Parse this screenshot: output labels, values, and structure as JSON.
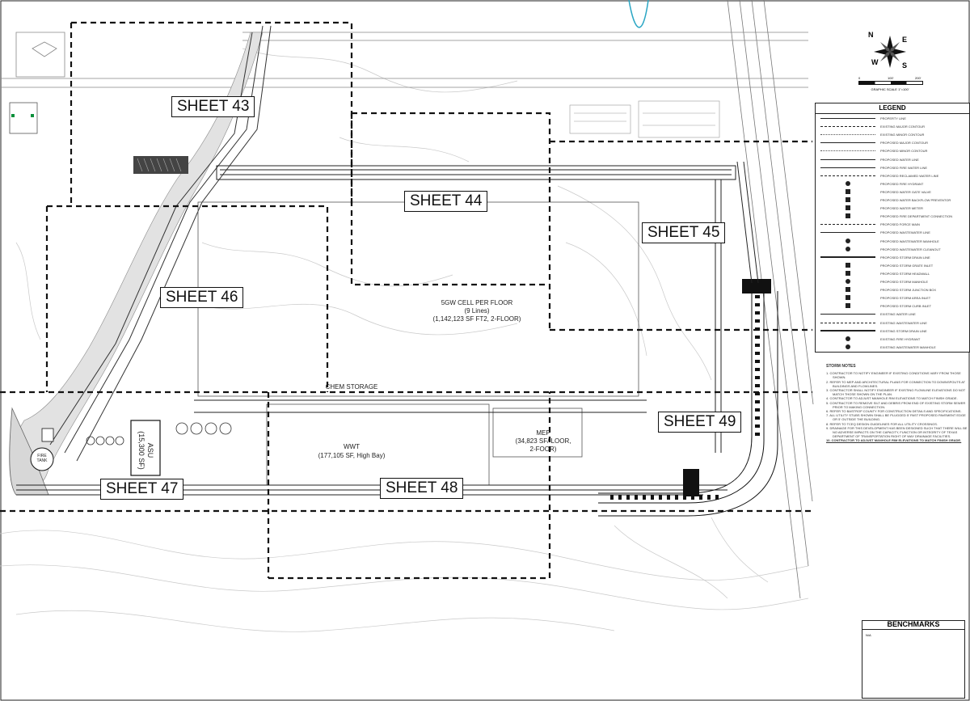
{
  "sheet_labels": {
    "s43": "SHEET 43",
    "s44": "SHEET 44",
    "s45": "SHEET 45",
    "s46": "SHEET 46",
    "s47": "SHEET 47",
    "s48": "SHEET 48",
    "s49": "SHEET 49"
  },
  "building_main": {
    "line1": "5GW CELL PER FLOOR",
    "line2": "(9 Lines)",
    "line3": "(1,142,123 SF FT2, 2-FLOOR)"
  },
  "chem_storage": "CHEM STORAGE",
  "wwt": {
    "line1": "WWT",
    "line2": "(177,105 SF, High Bay)"
  },
  "mep": {
    "line1": "MEP",
    "line2": "(34,823 SF/ LOOR,",
    "line3": "2-FOOR)"
  },
  "asu": {
    "line1": "ASU",
    "line2": "(15,300 SF)"
  },
  "fire_tank": {
    "line1": "FIRE",
    "line2": "TANK"
  },
  "compass": {
    "n": "N",
    "e": "E",
    "s": "S",
    "w": "W"
  },
  "scale": {
    "ticks": [
      "0",
      "100'",
      "200'"
    ],
    "text": "GRAPHIC SCALE 1\"=100'"
  },
  "legend": {
    "title": "LEGEND",
    "items": [
      "PROPERTY LINE",
      "EXISTING MAJOR CONTOUR",
      "EXISTING MINOR CONTOUR",
      "PROPOSED MAJOR CONTOUR",
      "PROPOSED MINOR CONTOUR",
      "PROPOSED WATER LINE",
      "PROPOSED FIRE WATER LINE",
      "PROPOSED RECLAIMED WATER LINE",
      "PROPOSED FIRE HYDRANT",
      "PROPOSED WATER GATE VALVE",
      "PROPOSED WATER BACKFLOW PREVENTOR",
      "PROPOSED WATER METER",
      "PROPOSED FIRE DEPARTMENT CONNECTION",
      "PROPOSED FORCE MAIN",
      "PROPOSED WASTEWATER LINE",
      "PROPOSED WASTEWATER MANHOLE",
      "PROPOSED WASTEWATER CLEANOUT",
      "PROPOSED STORM DRAIN LINE",
      "PROPOSED STORM GRATE INLET",
      "PROPOSED STORM HEADWALL",
      "PROPOSED STORM MANHOLE",
      "PROPOSED STORM JUNCTION BOX",
      "PROPOSED STORM AREA INLET",
      "PROPOSED STORM CURB INLET",
      "EXISTING WATER LINE",
      "EXISTING WASTEWATER LINE",
      "EXISTING STORM DRAIN LINE",
      "EXISTING FIRE HYDRANT",
      "EXISTING WASTEWATER MANHOLE"
    ]
  },
  "notes": {
    "title": "STORM NOTES",
    "items": [
      "1.   CONTRACTOR TO NOTIFY ENGINEER IF EXISTING CONDITIONS VARY FROM THOSE SHOWN.",
      "2.   REFER TO MEP AND ARCHITECTURAL PLANS FOR CONNECTION TO DOWNSPOUTS AT BUILDINGS AND FLOWLINES.",
      "3.   CONTRACTOR SHALL NOTIFY ENGINEER IF EXISTING FLOWLINE ELEVATIONS DO NOT MATCH THOSE SHOWN ON THE PLAN.",
      "4.   CONTRACTOR TO ADJUST MANHOLE RIM ELEVATIONS TO MATCH FINISH GRADE.",
      "5.   CONTRACTOR TO REMOVE SILT AND DEBRIS FROM END OF EXISTING STORM SEWER PRIOR TO MAKING CONNECTION.",
      "6.   REFER TO BASTROP COUNTY FOR CONSTRUCTION DETAILS AND SPECIFICATIONS.",
      "7.   ALL UTILITY STUBS SHOWN SHALL BE PLUGGED 5' PAST PROPOSED PAVEMENT EDGE OR 5' OUTSIDE THE BUILDING.",
      "8.   REFER TO TCEQ DESIGN GUIDELINES FOR ALL UTILITY CROSSINGS.",
      "9.   DRAINAGE FOR THIS DEVELOPMENT HAS BEEN DESIGNED SUCH THAT THERE WILL BE NO ADVERSE IMPACTS ON THE CAPACITY, FUNCTION OR INTEGRITY OF TEXAS DEPARTMENT OF TRANSPORTATION RIGHT OF WAY DRAINAGE FACILITIES."
    ],
    "last": "10.  CONTRACTOR TO ADJUST MANHOLE RIM ELEVATIONS TO MATCH FINISH GRADE."
  },
  "benchmarks": {
    "title": "BENCHMARKS",
    "body": "N/A"
  }
}
